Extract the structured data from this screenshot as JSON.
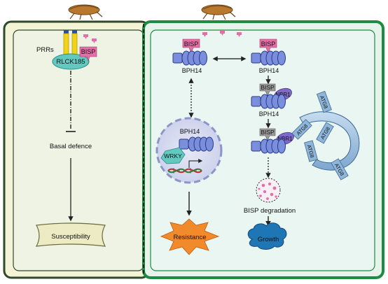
{
  "labels": {
    "prrs": "PRRs",
    "bisp_left": "BISP",
    "rlck185": "RLCK185",
    "basal_defence": "Basal defence",
    "susceptibility": "Susceptibility",
    "bisp_top_mid": "BISP",
    "bph14_top_mid": "BPH14",
    "bisp_top_right": "BISP",
    "bph14_top_right": "BPH14",
    "bisp_nbr_1": "BISP",
    "nbr1_1": "NBR1",
    "bph14_mid_right": "BPH14",
    "bisp_nbr_2": "BISP",
    "nbr1_2": "NBR1",
    "nucleus_bph14": "BPH14",
    "wrky": "WRKY",
    "resistance": "Resistance",
    "bisp_degradation": "BISP degradation",
    "growth": "Growth",
    "atg8_1": "ATG8",
    "atg8_2": "ATG8",
    "atg8_3": "ATG8",
    "atg8_4": "ATG8",
    "atg8_5": "ATG8"
  },
  "colors": {
    "left_cell_fill": "#f3f4d6",
    "left_cell_border": "#2f4a2b",
    "right_cell_fill": "#eaf6f1",
    "right_cell_border": "#1f8a42",
    "bph14_blue": "#7a8fdc",
    "bph14_stroke": "#2a3a8a",
    "bisp_pink": "#e36fa6",
    "nbr1_purple": "#7f68c9",
    "rlck_teal": "#62c9c0",
    "prr_yellow": "#f2d11b",
    "atg8_blue": "#8fb6d9",
    "resistance_orange": "#f08a2a",
    "growth_blue": "#1f76b4",
    "susceptibility_fill": "#ecebc4",
    "nucleus_fill": "#d8dcf0",
    "insect_brown": "#b8782e"
  },
  "icons": [
    "planthopper-icon",
    "planthopper-icon"
  ]
}
